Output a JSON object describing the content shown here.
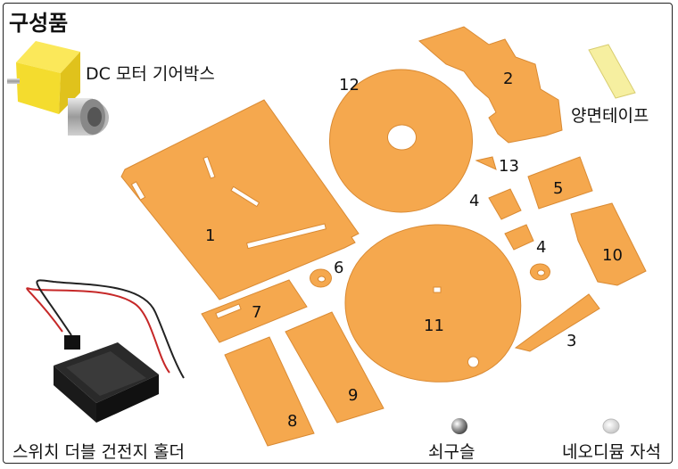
{
  "title": "구성품",
  "components": {
    "motor": "DC 모터 기어박스",
    "tape": "양면테이프",
    "battery": "스위치 더블 건전지 홀더",
    "ball": "쇠구슬",
    "magnet": "네오디뮴 자석"
  },
  "numbers": {
    "p1": "1",
    "p2": "2",
    "p3": "3",
    "p4a": "4",
    "p4b": "4",
    "p5": "5",
    "p6": "6",
    "p7": "7",
    "p8": "8",
    "p9": "9",
    "p10": "10",
    "p11": "11",
    "p12": "12",
    "p13": "13"
  },
  "colors": {
    "part": "#F5A84E",
    "part_edge": "#D98A33",
    "motor_yellow": "#F4DC2E",
    "tape": "#F6EFA0",
    "holder": "#1A1A1A"
  }
}
